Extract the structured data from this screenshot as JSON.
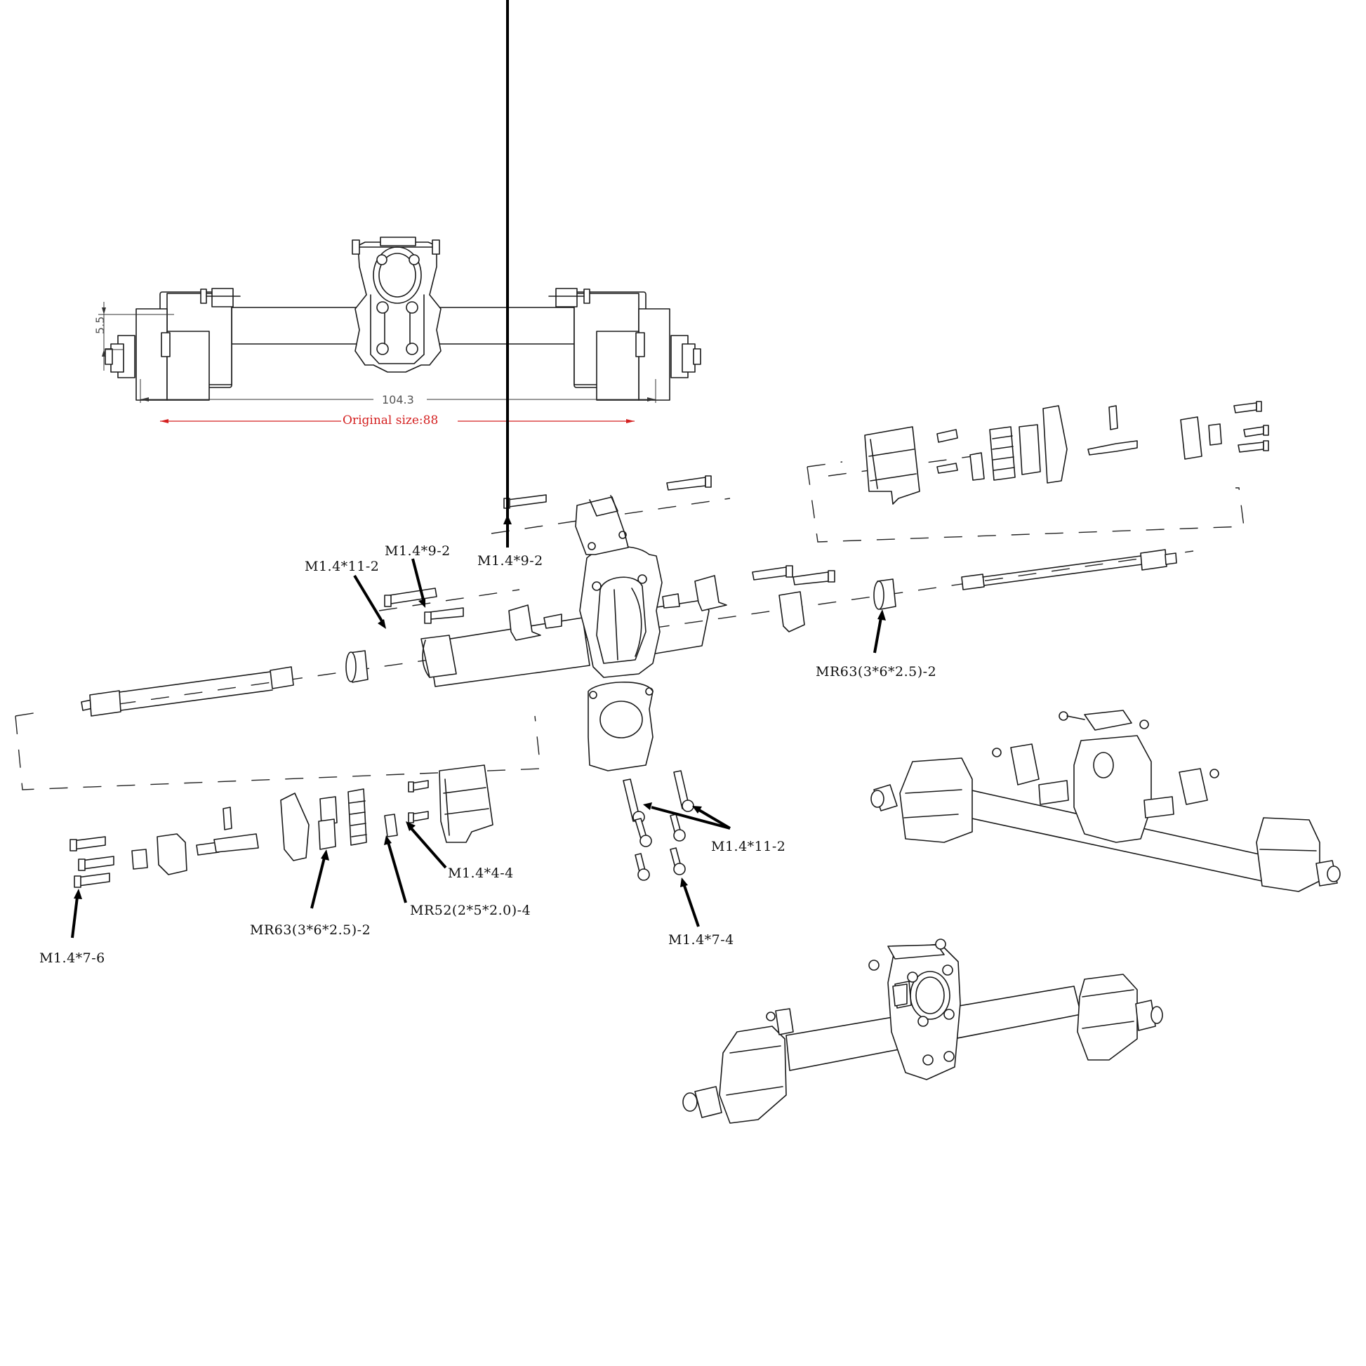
{
  "diagram": {
    "title_view": {
      "dimension_width": "104.3",
      "dimension_offset": "5.5",
      "original_size_note": "Original size:88",
      "note_color": "#d42020"
    },
    "part_labels": [
      {
        "id": "screw-m14x11-upper",
        "text": "M1.4*11-2"
      },
      {
        "id": "screw-m14x9-left",
        "text": "M1.4*9-2"
      },
      {
        "id": "screw-m14x9-top",
        "text": "M1.4*9-2"
      },
      {
        "id": "bearing-mr63-right",
        "text": "MR63(3*6*2.5)-2"
      },
      {
        "id": "screw-m14x4",
        "text": "M1.4*4-4"
      },
      {
        "id": "bearing-mr52",
        "text": "MR52(2*5*2.0)-4"
      },
      {
        "id": "bearing-mr63-left",
        "text": "MR63(3*6*2.5)-2"
      },
      {
        "id": "screw-m14x7-6",
        "text": "M1.4*7-6"
      },
      {
        "id": "screw-m14x11-lower",
        "text": "M1.4*11-2"
      },
      {
        "id": "screw-m14x7-4",
        "text": "M1.4*7-4"
      }
    ],
    "views": [
      "front-dimension-view",
      "exploded-view",
      "assembled-rear-isometric",
      "assembled-front-isometric"
    ]
  }
}
